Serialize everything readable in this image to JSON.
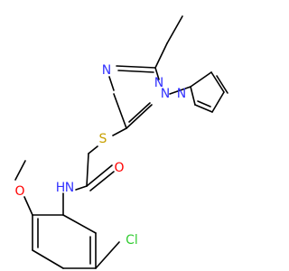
{
  "colors": {
    "bond": "#000000",
    "nitrogen": "#3333ff",
    "oxygen": "#ff0000",
    "sulfur": "#c8a000",
    "chlorine": "#33cc33",
    "carbon": "#000000"
  },
  "atoms": {
    "n_triazole_left": "N",
    "n_triazole_top": "N",
    "n_triazole_center": "N",
    "n_pyrrole": "N",
    "s_thioether": "S",
    "o_carbonyl": "O",
    "n_amide": "N",
    "h_amide": "H",
    "o_methoxy": "O",
    "cl": "Cl"
  }
}
